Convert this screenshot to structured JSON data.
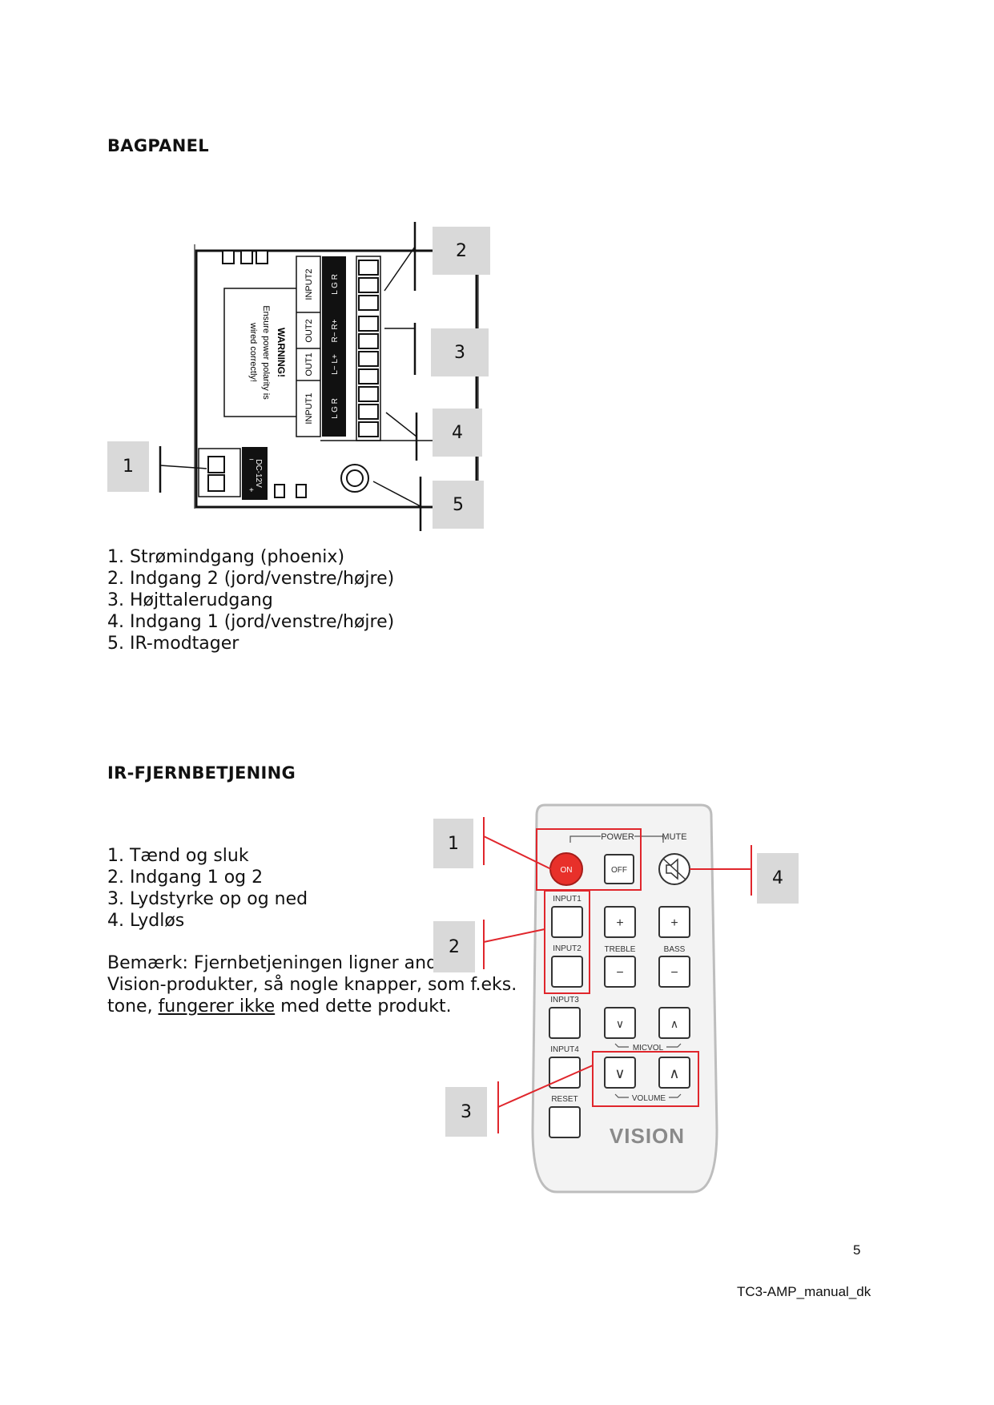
{
  "section1": {
    "heading": "BAGPANEL",
    "callouts": [
      "1",
      "2",
      "3",
      "4",
      "5"
    ],
    "items": [
      "1. Strømindgang (phoenix)",
      "2. Indgang 2 (jord/venstre/højre)",
      "3. Højttalerudgang",
      "4. Indgang 1 (jord/venstre/højre)",
      "5. IR-modtager"
    ],
    "panel": {
      "warning_title": "WARNING!",
      "warning_line1": "Ensure power polarity is",
      "warning_line2": "wired correctly!",
      "input2": "INPUT2",
      "input2_pins": "L  G  R",
      "out2": "OUT2",
      "out2_pins": "R−  R+",
      "out1": "OUT1",
      "out1_pins": "L−  L+",
      "input1": "INPUT1",
      "input1_pins": "L  G  R",
      "dc": "DC-12V",
      "dc_minus": "−",
      "dc_plus": "+"
    }
  },
  "section2": {
    "heading": "IR-FJERNBETJENING",
    "callouts": [
      "1",
      "2",
      "3",
      "4"
    ],
    "items": [
      "1. Tænd og sluk",
      "2. Indgang 1 og 2",
      "3. Lydstyrke op og ned",
      "4. Lydløs"
    ],
    "note_line1": "Bemærk: Fjernbetjeningen ligner andre",
    "note_line2": "Vision-produkter, så nogle knapper, som f.eks.",
    "note_line3_pre": "tone, ",
    "note_line3_underlined": "fungerer ikke",
    "note_line3_post": " med dette produkt.",
    "remote": {
      "power": "POWER",
      "on": "ON",
      "off": "OFF",
      "mute": "MUTE",
      "input1": "INPUT1",
      "input2": "INPUT2",
      "input3": "INPUT3",
      "input4": "INPUT4",
      "reset": "RESET",
      "treble": "TREBLE",
      "bass": "BASS",
      "micvol": "MICVOL",
      "volume": "VOLUME",
      "plus": "+",
      "minus": "−",
      "down": "∨",
      "up": "∧",
      "brand": "VISION"
    }
  },
  "footer": {
    "page_number": "5",
    "doc_name": "TC3-AMP_manual_dk"
  }
}
